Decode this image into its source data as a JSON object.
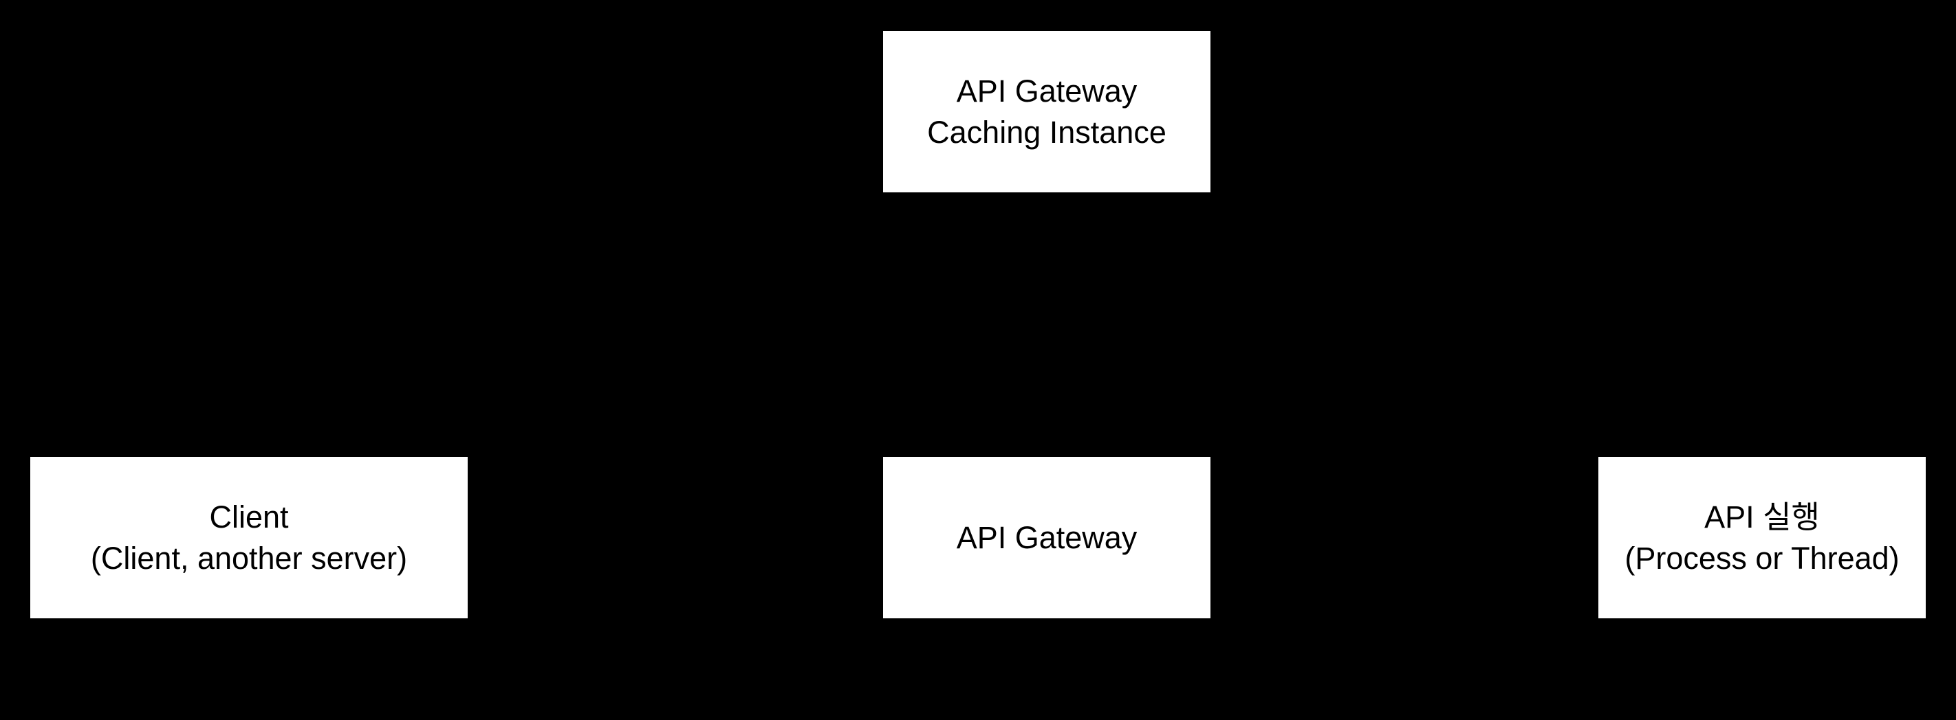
{
  "diagram": {
    "background_color": "#000000",
    "node_fill_color": "#ffffff",
    "node_text_color": "#000000",
    "nodes": {
      "caching_instance": {
        "line1": "API Gateway",
        "line2": "Caching Instance"
      },
      "client": {
        "line1": "Client",
        "line2": "(Client, another server)"
      },
      "api_gateway": {
        "line1": "API Gateway"
      },
      "api_execution": {
        "line1": "API 실행",
        "line2": "(Process or Thread)"
      }
    }
  }
}
